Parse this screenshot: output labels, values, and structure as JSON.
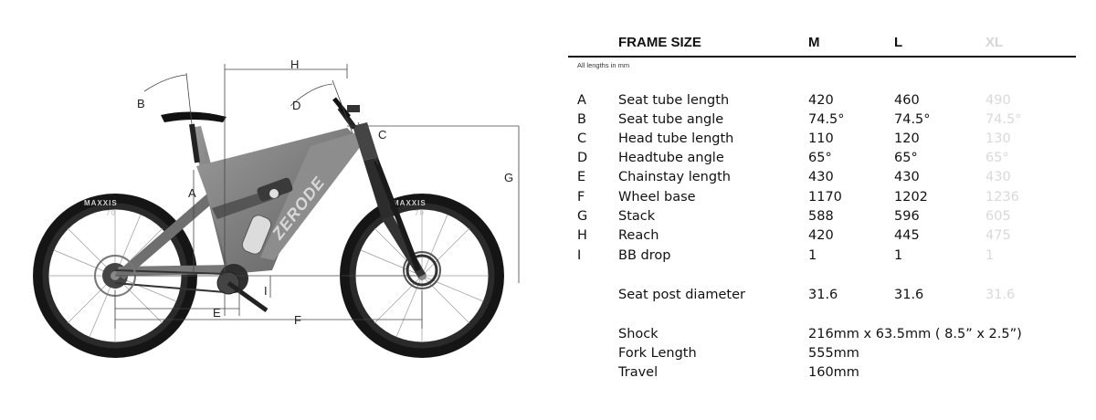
{
  "diagram": {
    "labels": {
      "a": "A",
      "b": "B",
      "c": "C",
      "d": "D",
      "e": "E",
      "f": "F",
      "g": "G",
      "h": "H",
      "i": "I"
    },
    "tire_brand": "MAXXIS",
    "tire_size": "70",
    "frame_brand": "ZERODE"
  },
  "table": {
    "header": {
      "frame_size": "FRAME SIZE",
      "m": "M",
      "l": "L",
      "xl": "XL"
    },
    "units_note": "All lengths in mm",
    "rows": [
      {
        "letter": "A",
        "name": "Seat tube length",
        "m": "420",
        "l": "460",
        "xl": "490"
      },
      {
        "letter": "B",
        "name": "Seat tube angle",
        "m": "74.5°",
        "l": "74.5°",
        "xl": "74.5°"
      },
      {
        "letter": "C",
        "name": "Head tube length",
        "m": "110",
        "l": "120",
        "xl": "130"
      },
      {
        "letter": "D",
        "name": "Headtube angle",
        "m": "65°",
        "l": "65°",
        "xl": "65°"
      },
      {
        "letter": "E",
        "name": "Chainstay length",
        "m": "430",
        "l": "430",
        "xl": "430"
      },
      {
        "letter": "F",
        "name": "Wheel base",
        "m": "1170",
        "l": "1202",
        "xl": "1236"
      },
      {
        "letter": "G",
        "name": "Stack",
        "m": "588",
        "l": "596",
        "xl": "605"
      },
      {
        "letter": "H",
        "name": "Reach",
        "m": "420",
        "l": "445",
        "xl": "475"
      },
      {
        "letter": "I",
        "name": "BB drop",
        "m": "1",
        "l": "1",
        "xl": "1"
      }
    ],
    "seatpost": {
      "name": "Seat post diameter",
      "m": "31.6",
      "l": "31.6",
      "xl": "31.6"
    },
    "shock": {
      "name": "Shock",
      "value": "216mm x 63.5mm ( 8.5” x 2.5”)"
    },
    "fork": {
      "name": "Fork Length",
      "value": "555mm"
    },
    "travel": {
      "name": "Travel",
      "value": "160mm"
    }
  }
}
